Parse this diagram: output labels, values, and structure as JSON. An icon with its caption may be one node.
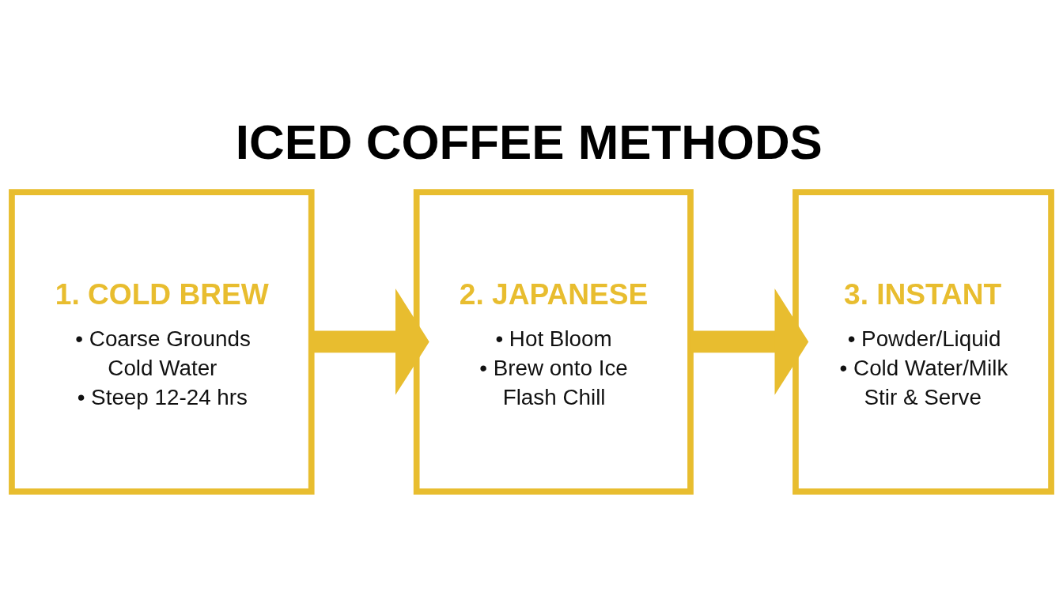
{
  "diagram": {
    "title": "ICED COFFEE METHODS",
    "nodes": [
      {
        "text": [
          "1. COLD BREW",
          "• Coarse Grounds",
          "Cold Water",
          "• Steep 12-24 hrs"
        ]
      },
      {
        "text": [
          "2. JAPANESE",
          "• Hot Bloom",
          "• Brew onto Ice",
          "Flash Chill"
        ]
      },
      {
        "text": [
          "3. INSTANT",
          "• Powder/Liquid",
          "• Cold Water/Milk",
          "Stir & Serve"
        ]
      }
    ],
    "edges": [
      {
        "from": 0,
        "to": 1,
        "arrow": "to"
      },
      {
        "from": 1,
        "to": 2,
        "arrow": "to"
      }
    ]
  }
}
